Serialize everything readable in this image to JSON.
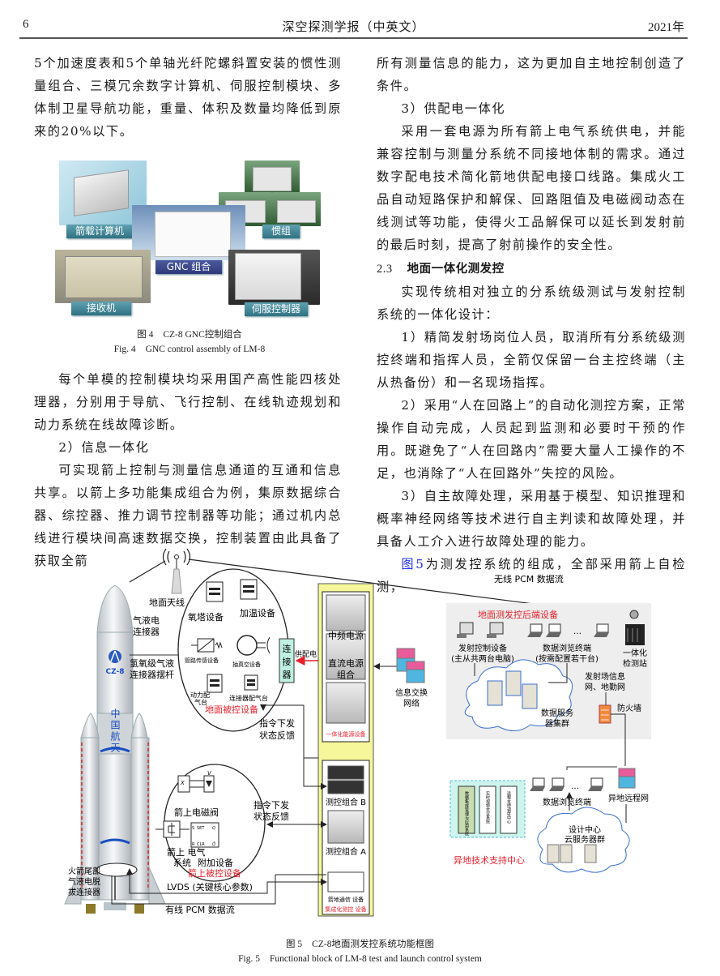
{
  "header": {
    "page_number": "6",
    "journal_title": "深空探测学报（中英文）",
    "year": "2021年"
  },
  "left_column": {
    "para_top": "5个加速度表和5个单轴光纤陀螺斜置安装的惯性测量组合、三模冗余数字计算机、伺服控制模块、多体制卫星导航功能，重量、体积及数量均降低到原来的20%以下。",
    "fig4": {
      "labels": {
        "computer": "箭载计算机",
        "imu": "惯组",
        "gnc": "GNC 组合",
        "receiver": "接收机",
        "servo": "伺服控制器"
      },
      "caption_cn_num": "图 4",
      "caption_cn": "CZ-8 GNC控制组合",
      "caption_en_num": "Fig. 4",
      "caption_en": "GNC control assembly of LM-8"
    },
    "para_module": "每个单模的控制模块均采用国产高性能四核处理器，分别用于导航、飞行控制、在线轨迹规划和动力系统在线故障诊断。",
    "item2_title": "2）信息一体化",
    "para_info": "可实现箭上控制与测量信息通道的互通和信息共享。以箭上多功能集成组合为例，集原数据综合器、综控器、推力调节控制器等功能；通过机内总线进行模块间高速数据交换，控制装置由此具备了获取全箭"
  },
  "right_column": {
    "para_cont": "所有测量信息的能力，这为更加自主地控制创造了条件。",
    "item3_title": "3）供配电一体化",
    "para_power": "采用一套电源为所有箭上电气系统供电，并能兼容控制与测量分系统不同接地体制的需求。通过数字配电技术简化箭地供配电接口线路。集成火工品自动短路保护和解保、回路阻值及电磁阀动态在线测试等功能，使得火工品解保可以延长到发射前的最后时刻，提高了射前操作的安全性。",
    "section_number": "2.3",
    "section_title": "地面一体化测发控",
    "para_intro": "实现传统相对独立的分系统级测试与发射控制系统的一体化设计：",
    "point1": "1）精简发射场岗位人员，取消所有分系统级测控终端和指挥人员，全箭仅保留一台主控终端（主从热备份）和一名现场指挥。",
    "point2": "2）采用“人在回路上”的自动化测控方案，正常操作自动完成，人员起到监测和必要时干预的作用。既避免了“人在回路内”需要大量人工操作的不足，也消除了“人在回路外”失控的风险。",
    "point3": "3）自主故障处理，采用基于模型、知识推理和概率神经网络等技术进行自主判读和故障处理，并具备人工介入进行故障处理的能力。",
    "fig_ref": "图5",
    "para_last": "为测发控系统的组成，全部采用箭上自检测，"
  },
  "fig5": {
    "ground_antenna": "地面天线",
    "wireless_pcm": "无线 PCM 数据流",
    "rocket_badge": "CZ-8",
    "rocket_text": "中国航天",
    "gas_liquid_connector_1": "气液电",
    "gas_liquid_connector_2": "连接器",
    "swing_rod_1": "氢氧级气液",
    "swing_rod_2": "连接器摆杆",
    "ground_devices": {
      "nitrogen_tower": "氧塔设备",
      "heating": "加温设备",
      "pipeline_sensor": "管路传感设备",
      "vacuum": "抽真空设备",
      "power_gas_1": "动力配",
      "power_gas_2": "气台",
      "connector_gas": "连接器配气台",
      "title": "地面被控设备"
    },
    "connector_1": "连",
    "connector_2": "接",
    "connector_3": "器",
    "power_supply": "供配电",
    "cmd_feedback_1_a": "指令下发",
    "cmd_feedback_1_b": "状态反馈",
    "rack_power": {
      "mid_freq": "中频电源",
      "dc_1": "直流电源",
      "dc_2": "组合",
      "title": "一体化能源设备"
    },
    "rack_control": {
      "group_b": "测控组合 B",
      "group_a": "测控组合 A",
      "comm": "箭地通信 设备",
      "title": "集成化测控 设备"
    },
    "onboard": {
      "solenoid": "箭上电磁阀",
      "electric_1": "箭上 电气",
      "electric_2": "系统",
      "additional": "附加设备",
      "title": "箭上被控设备",
      "ff_s": "S",
      "ff_set": "SET",
      "ff_q": "Q",
      "ff_r": "R",
      "ff_clr": "CLR",
      "ff_qbar": "Q̄",
      "valve_x": "X",
      "valve_v": "V"
    },
    "cmd_feedback_2_a": "指令下发",
    "cmd_feedback_2_b": "状态反馈",
    "tail_connector_1": "火箭尾部",
    "tail_connector_2": "气液电脱",
    "tail_connector_3": "拔连接器",
    "lvds": "LVDS (关键核心参数)",
    "wired_pcm": "有线 PCM 数据流",
    "info_exchange_1": "信息交换",
    "info_exchange_2": "网络",
    "backend": {
      "title": "地面测发控后端设备",
      "launch_ctrl_1": "发射控制设备",
      "launch_ctrl_2": "(主从共两台电脑)",
      "browse_1": "数据浏览终端",
      "browse_2": "(按需配置若干台)",
      "ellipsis": "…",
      "station_1": "一体化",
      "station_2": "检测站",
      "launch_net_1": "发射场信息",
      "launch_net_2": "网、地勤网",
      "firewall": "防火墙",
      "server_1": "数据服务",
      "server_2": "器集群"
    },
    "remote": {
      "box1": "数据集成管理与应用系统",
      "box2": "实时视频会议系统",
      "box3": "远程支持调度中心",
      "browse": "数据浏览终端",
      "ellipsis": "…",
      "remote_net": "异地远程网",
      "cloud_1": "设计中心",
      "cloud_2": "云服务器群",
      "title": "异地技术支持中心"
    },
    "colors": {
      "red_label": "#e8202a",
      "yellow_panel": "#f5f79a",
      "connector_fill": "#bff0e2",
      "gray_panel": "#eeeeee",
      "remote_box": "#cdf5ee",
      "link_blue": "#2233ee"
    },
    "caption_cn_num": "图 5",
    "caption_cn": "CZ-8地面测发控系统功能框图",
    "caption_en_num": "Fig. 5",
    "caption_en": "Functional block of LM-8 test and launch control system"
  }
}
